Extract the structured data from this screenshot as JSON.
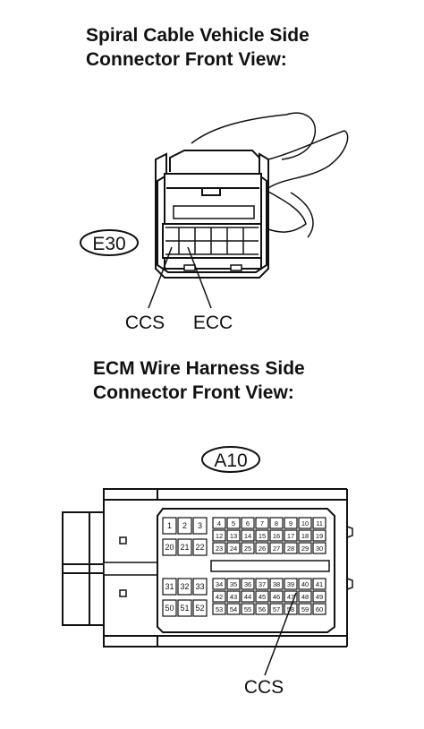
{
  "connectors": [
    {
      "title_line1": "Spiral Cable Vehicle Side",
      "title_line2": "Connector Front View:",
      "code": "E30",
      "labels": [
        "CCS",
        "ECC"
      ]
    },
    {
      "title_line1": "ECM Wire Harness Side",
      "title_line2": "Connector Front View:",
      "code": "A10",
      "labels": [
        "CCS"
      ],
      "pin_groups": {
        "group_a_row1": [
          "1",
          "2",
          "3"
        ],
        "group_a_row2": [
          "20",
          "21",
          "22"
        ],
        "group_b_row1": [
          "4",
          "5",
          "6",
          "7",
          "8",
          "9",
          "10",
          "11"
        ],
        "group_b_row2": [
          "12",
          "13",
          "14",
          "15",
          "16",
          "17",
          "18",
          "19"
        ],
        "group_b_row3": [
          "23",
          "24",
          "25",
          "26",
          "27",
          "28",
          "29",
          "30"
        ],
        "group_c_row1": [
          "31",
          "32",
          "33"
        ],
        "group_c_row2": [
          "50",
          "51",
          "52"
        ],
        "group_d_row1": [
          "34",
          "35",
          "36",
          "37",
          "38",
          "39",
          "40",
          "41"
        ],
        "group_d_row2": [
          "42",
          "43",
          "44",
          "45",
          "46",
          "47",
          "48",
          "49"
        ],
        "group_d_row3": [
          "53",
          "54",
          "55",
          "56",
          "57",
          "58",
          "59",
          "60"
        ]
      }
    }
  ]
}
